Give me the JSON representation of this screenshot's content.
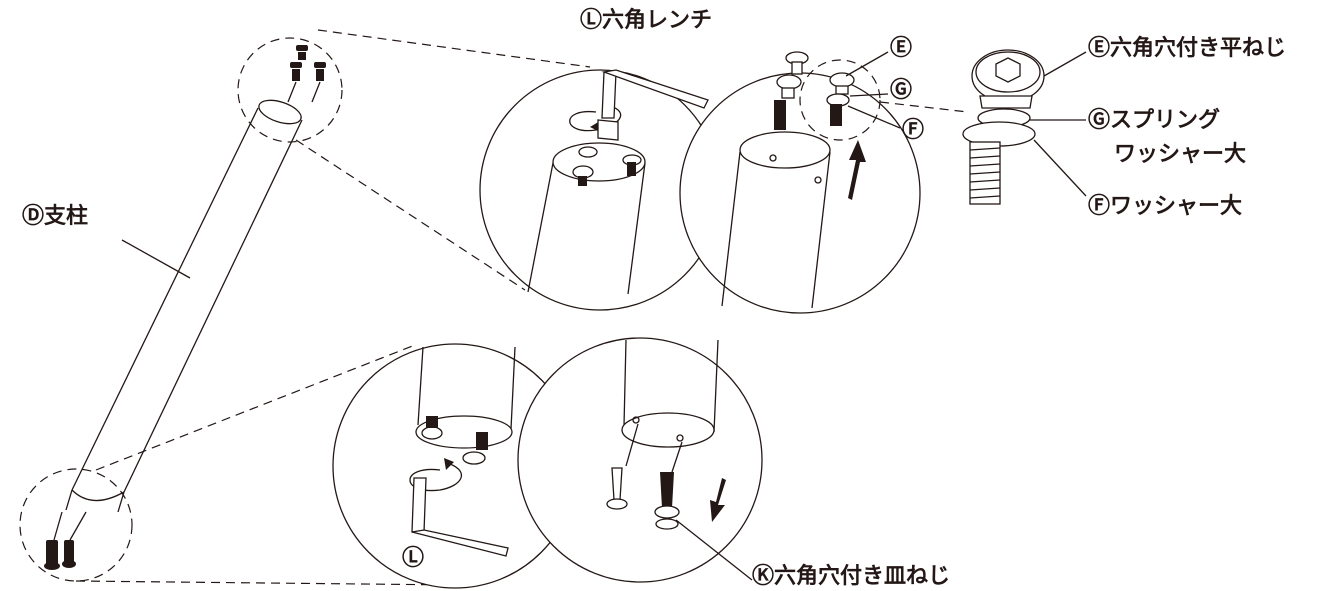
{
  "labels": {
    "post": "Ⓓ支柱",
    "hex_wrench": "Ⓛ六角レンチ",
    "part_e": "Ⓔ",
    "part_g": "Ⓖ",
    "part_f": "Ⓕ",
    "hex_flat_screw": "Ⓔ六角穴付き平ねじ",
    "spring_washer_1": "Ⓖスプリング",
    "spring_washer_2": "ワッシャー大",
    "washer_large": "Ⓕワッシャー大",
    "wrench_bottom": "Ⓛ",
    "hex_countersunk_screw": "Ⓚ六角穴付き皿ねじ"
  }
}
